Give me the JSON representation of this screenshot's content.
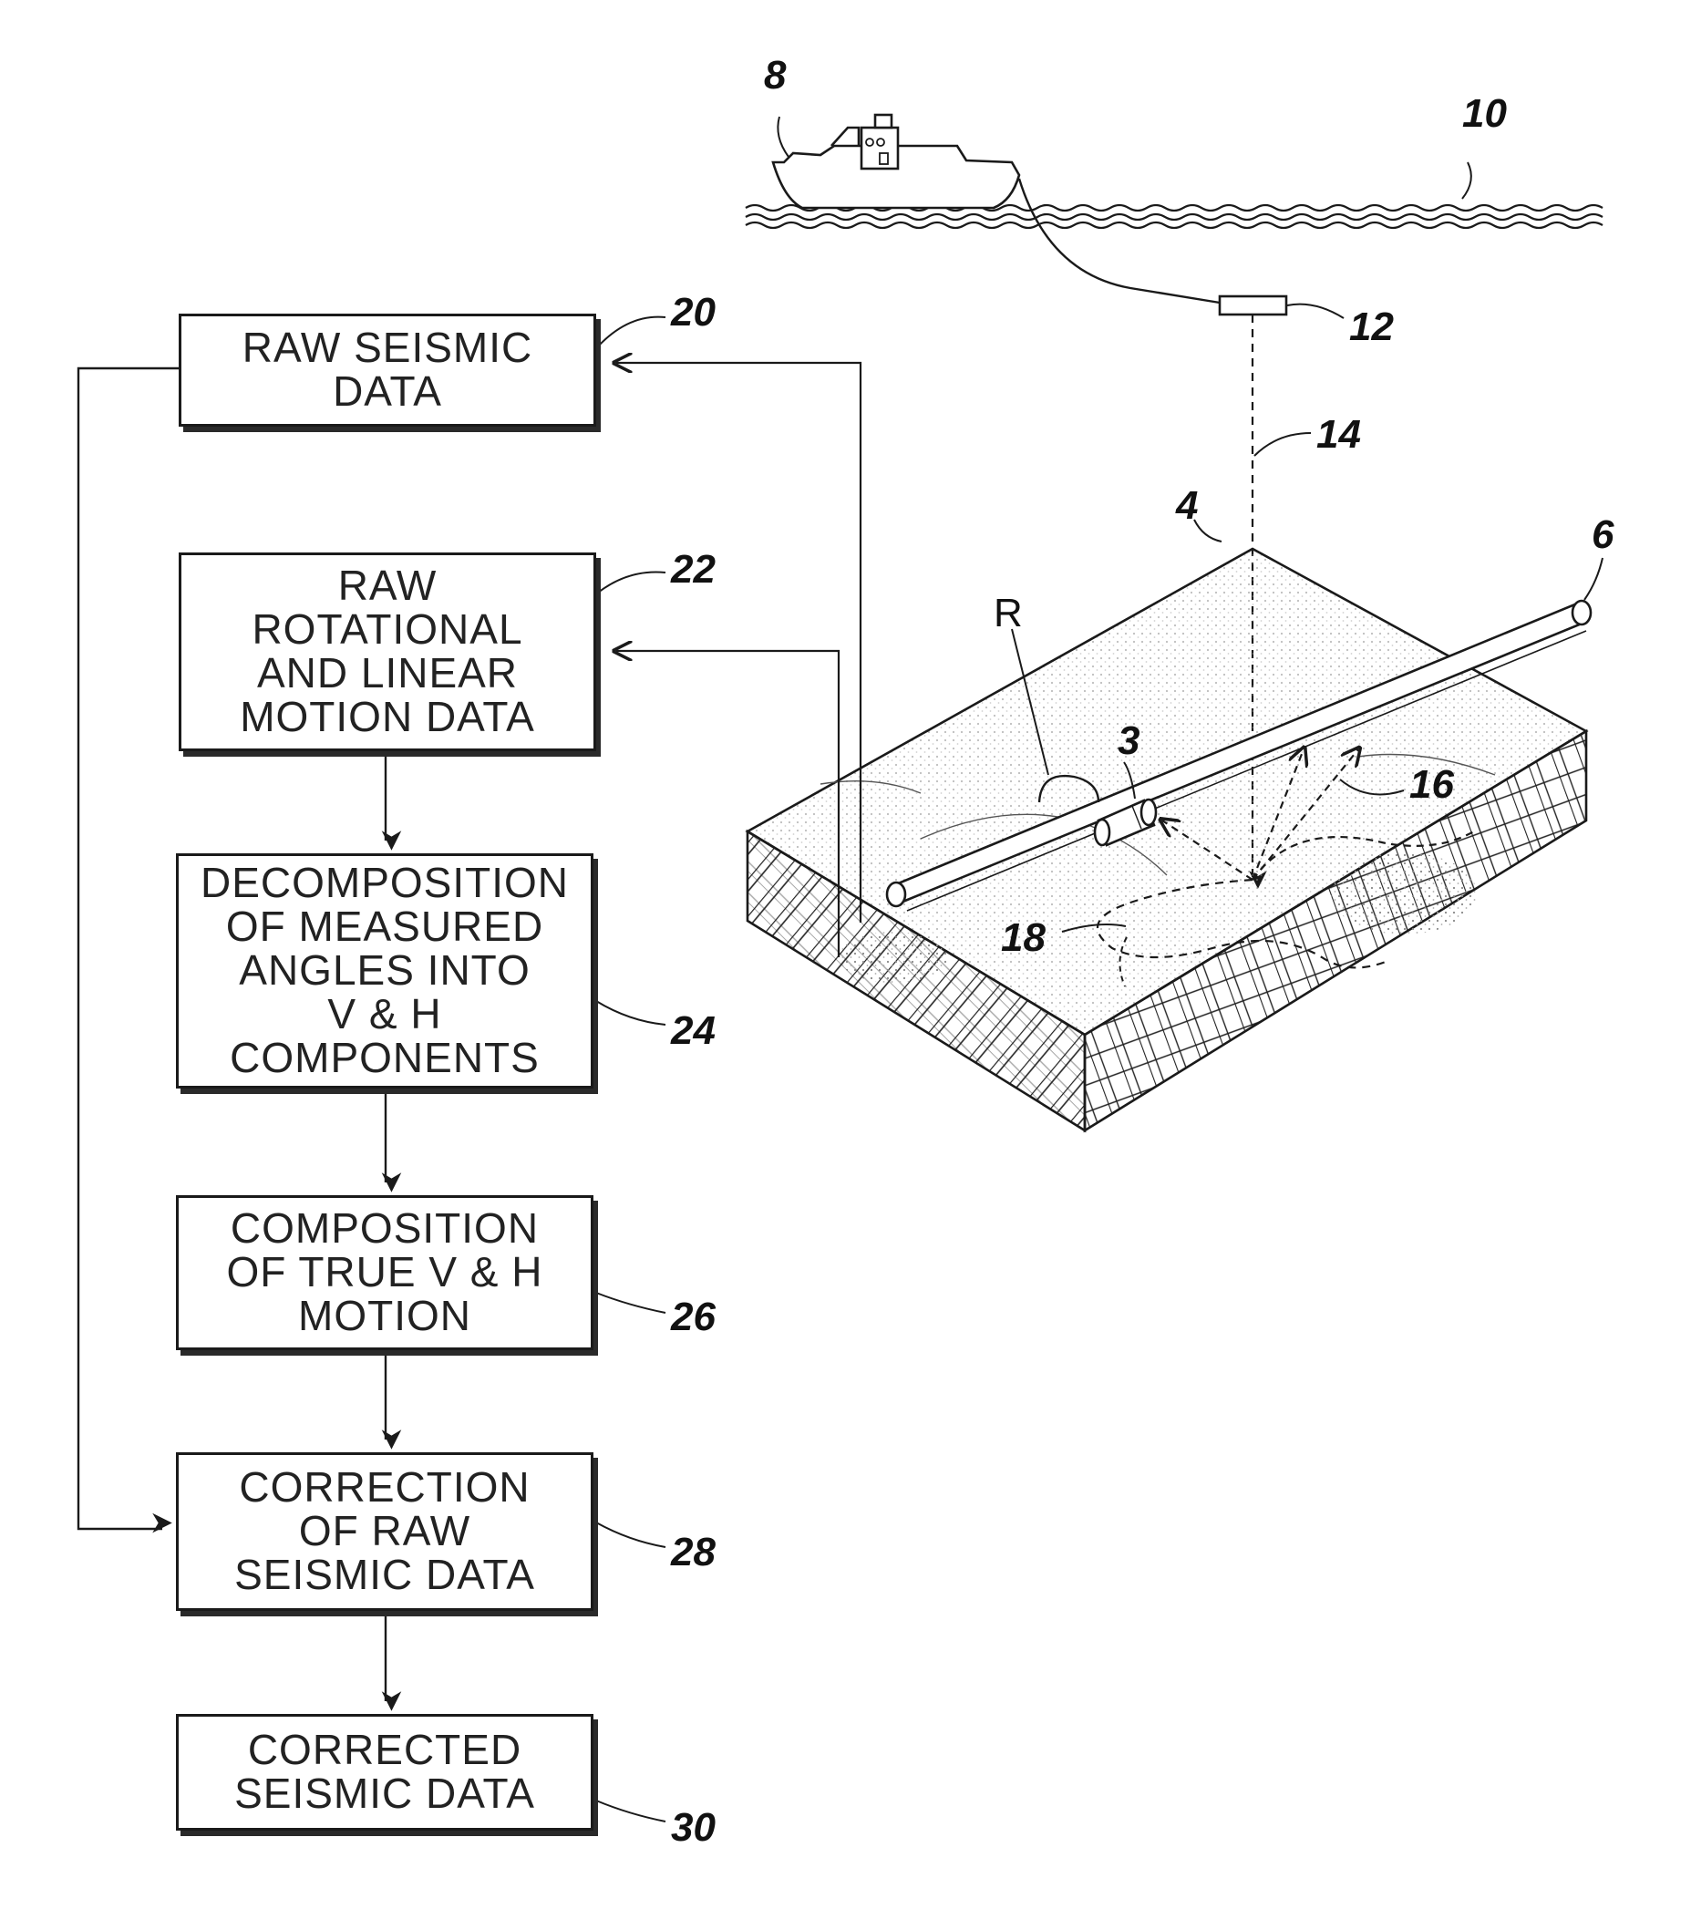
{
  "flowchart": {
    "boxes": [
      {
        "id": "raw_seismic",
        "text": "RAW SEISMIC\nDATA",
        "ref": "20"
      },
      {
        "id": "raw_rotational",
        "text": "RAW\nROTATIONAL\nAND LINEAR\nMOTION DATA",
        "ref": "22"
      },
      {
        "id": "decomposition",
        "text": "DECOMPOSITION\nOF MEASURED\nANGLES INTO\nV & H\nCOMPONENTS",
        "ref": "24"
      },
      {
        "id": "composition",
        "text": "COMPOSITION\nOF TRUE V & H\nMOTION",
        "ref": "26"
      },
      {
        "id": "correction",
        "text": "CORRECTION\nOF RAW\nSEISMIC DATA",
        "ref": "28"
      },
      {
        "id": "corrected",
        "text": "CORRECTED\nSEISMIC DATA",
        "ref": "30"
      }
    ]
  },
  "scene": {
    "labels": {
      "vessel": "8",
      "sea_surface": "10",
      "source": "12",
      "source_signal": "14",
      "reflected_waves": "16",
      "seabed_disturbance": "18",
      "seabed": "4",
      "cable": "6",
      "sensor_unit": "3",
      "rotation": "R"
    }
  },
  "colors": {
    "line": "#1a1a1a",
    "stipple": "#9a9a9a",
    "background": "#ffffff"
  }
}
